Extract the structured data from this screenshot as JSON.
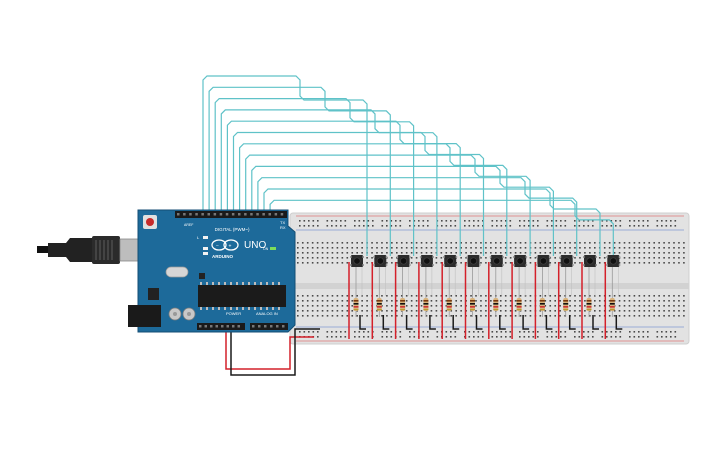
{
  "board": {
    "brand": "ARDUINO",
    "model": "UNO",
    "digital_label": "DIGITAL (PWM~)",
    "power_label": "POWER",
    "analog_label": "ANALOG IN",
    "tx_label": "TX",
    "rx_label": "RX",
    "l_label": "L",
    "on_label": "ON",
    "aref_label": "AREF",
    "gnd_label": "GND"
  },
  "breadboard": {
    "button_count": 12,
    "resistor_count": 12
  },
  "colors": {
    "wire_signal": "#5fc2c8",
    "wire_power": "#d4202a",
    "wire_ground": "#1a1a1a",
    "board": "#1f6c9c",
    "breadboard": "#e3e3e3"
  }
}
